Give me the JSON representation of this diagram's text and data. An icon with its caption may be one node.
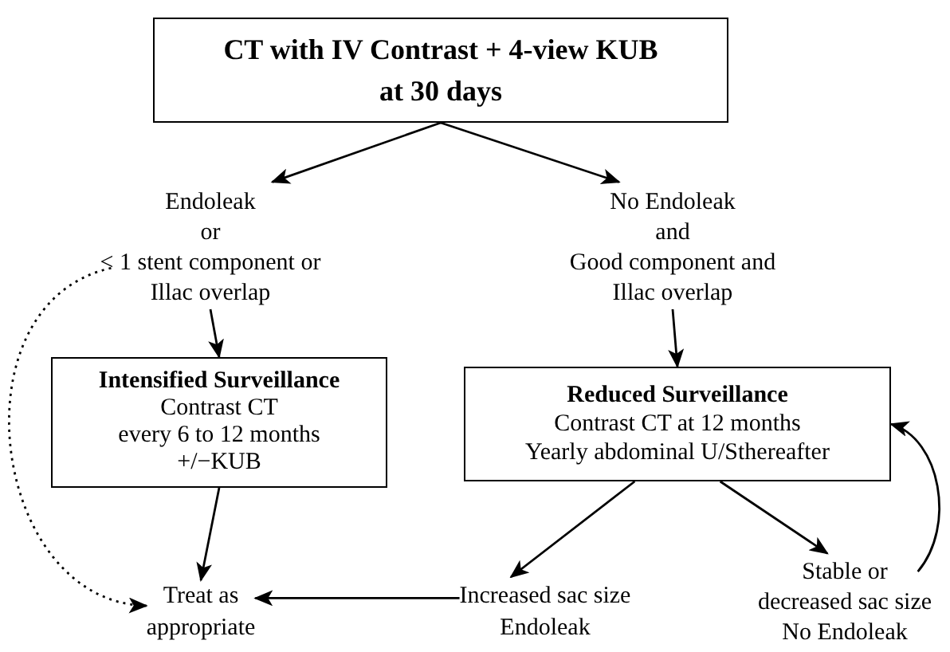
{
  "diagram": {
    "nodes": [
      {
        "text": [
          "CT with IV Contrast + 4-view KUB at 30 days"
        ]
      },
      {
        "text": [
          "Endoleak or < 1 stent component or Illac overlap"
        ]
      },
      {
        "text": [
          "No Endoleak and Good component and Illac overlap"
        ]
      },
      {
        "text": [
          "Intensified Surveillance",
          "Contrast CT every 6 to 12 months +/−KUB"
        ]
      },
      {
        "text": [
          "Reduced Surveillance",
          "Contrast CT at 12 months Yearly abdominal U/Sthereafter"
        ]
      },
      {
        "text": [
          "Treat as appropriate"
        ]
      },
      {
        "text": [
          "Increased sac size Endoleak"
        ]
      },
      {
        "text": [
          "Stable or decreased sac size No Endoleak"
        ]
      }
    ],
    "edges": [
      {
        "from": 0,
        "to": 1,
        "arrow": "to"
      },
      {
        "from": 0,
        "to": 2,
        "arrow": "to"
      },
      {
        "from": 1,
        "to": 3,
        "arrow": "to"
      },
      {
        "from": 2,
        "to": 4,
        "arrow": "to"
      },
      {
        "from": 3,
        "to": 5,
        "arrow": "to"
      },
      {
        "from": 1,
        "to": 5,
        "arrow": "to",
        "style": "dashed"
      },
      {
        "from": 6,
        "to": 5,
        "arrow": "to"
      },
      {
        "from": 4,
        "to": 6,
        "arrow": "to"
      },
      {
        "from": 4,
        "to": 7,
        "arrow": "to"
      },
      {
        "from": 7,
        "to": 4,
        "arrow": "to"
      }
    ]
  }
}
